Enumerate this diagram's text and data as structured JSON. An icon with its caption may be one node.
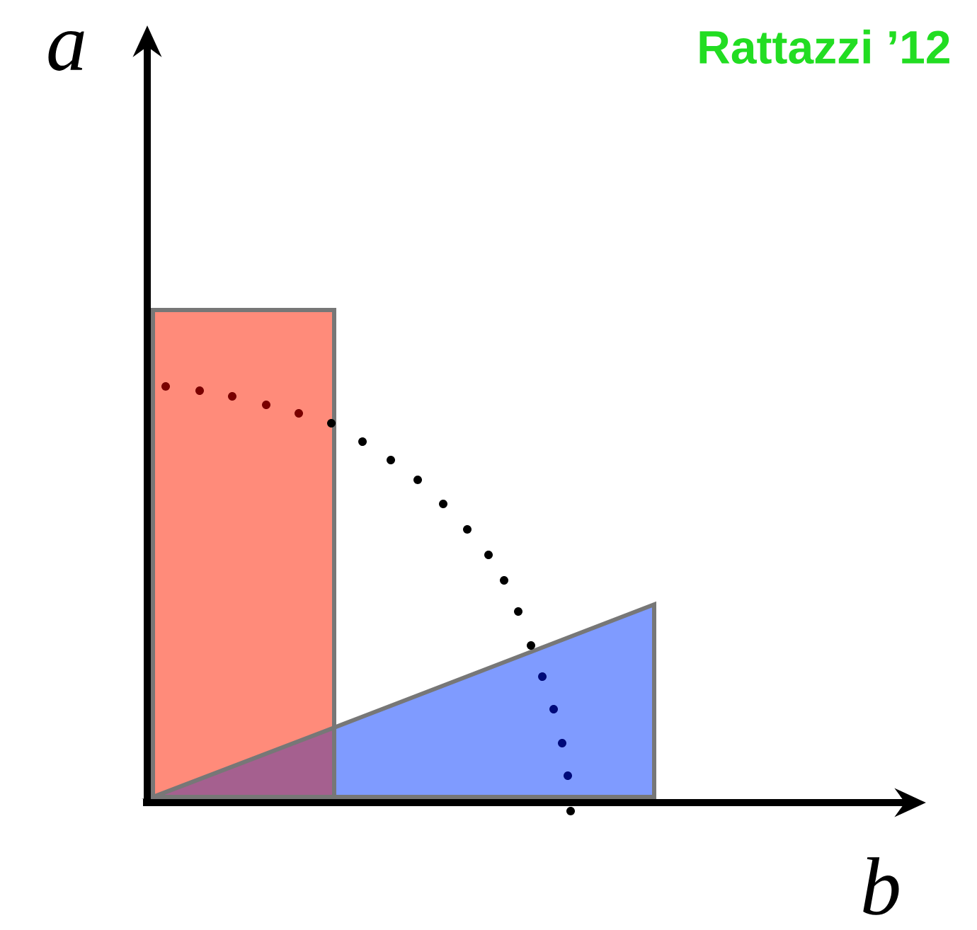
{
  "diagram": {
    "labels": [
      "a",
      "b",
      "Rattazzi ’12"
    ]
  }
}
